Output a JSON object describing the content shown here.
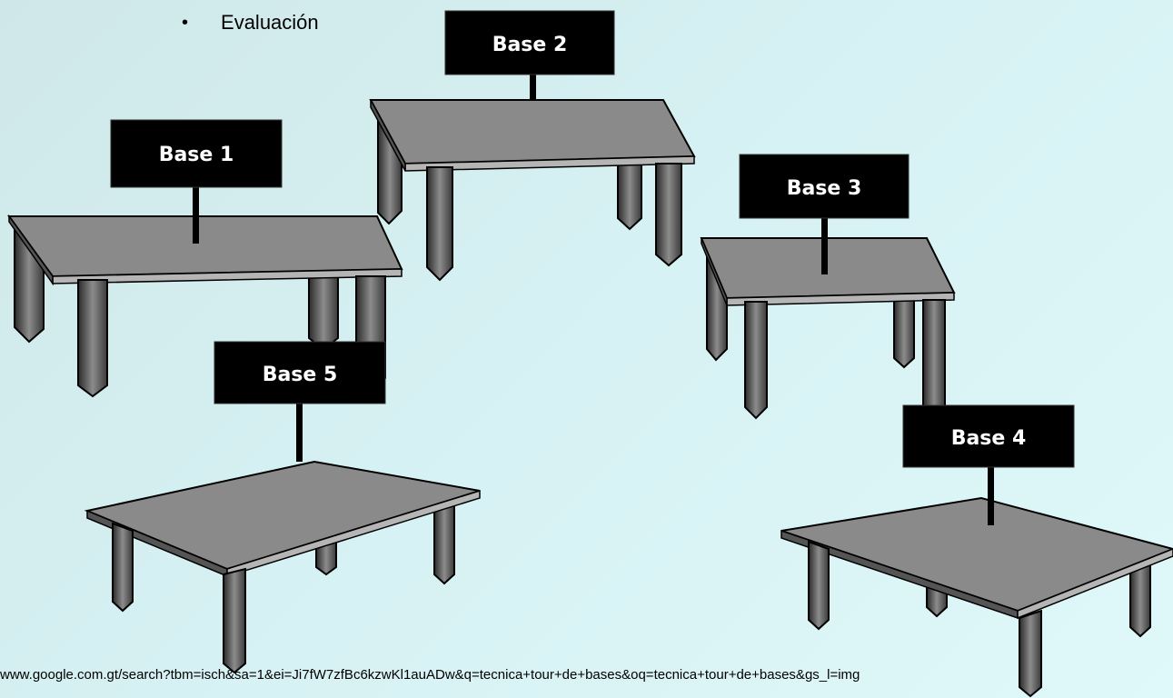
{
  "bullet": {
    "text": "Evaluación"
  },
  "stations": [
    {
      "label": "Base 1"
    },
    {
      "label": "Base 2"
    },
    {
      "label": "Base 3"
    },
    {
      "label": "Base 4"
    },
    {
      "label": "Base 5"
    }
  ],
  "source_url": "www.google.com.gt/search?tbm=isch&sa=1&ei=Ji7fW7zfBc6kzwKl1auADw&q=tecnica+tour+de+bases&oq=tecnica+tour+de+bases&gs_l=img",
  "colors": {
    "table_top": "#8a8a8a",
    "table_edge": "#b5b5b5",
    "sign_bg": "#000000",
    "sign_text": "#ffffff"
  }
}
